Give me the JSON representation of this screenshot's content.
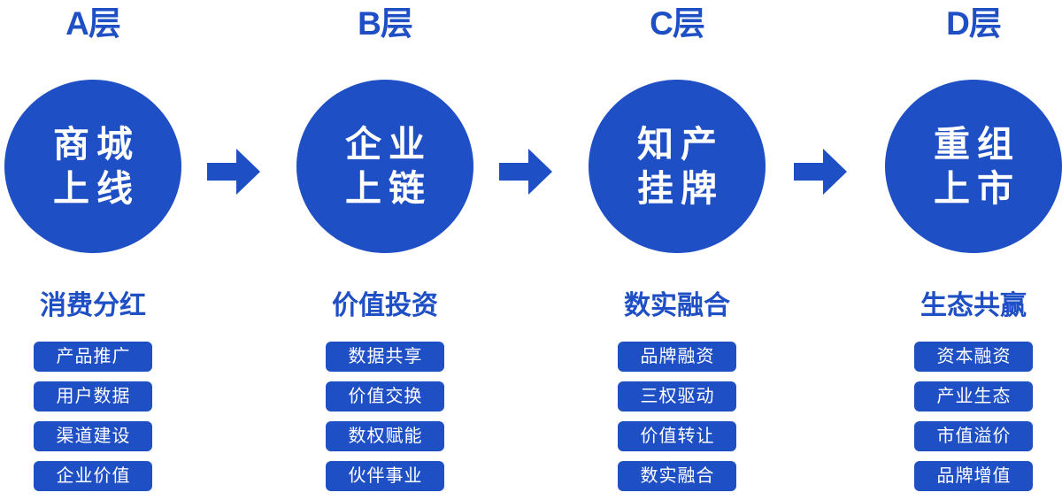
{
  "theme": {
    "brand_blue": "#1f4fc4",
    "text_on_brand": "#ffffff",
    "background": "#ffffff"
  },
  "chart_data": {
    "type": "diagram",
    "title": "",
    "layout": "four-stage horizontal flow with arrows",
    "stages": 4
  },
  "columns": [
    {
      "layer_label": "A层",
      "circle": {
        "line1": "商城",
        "line2": "上线"
      },
      "subtitle": "消费分红",
      "items": [
        "产品推广",
        "用户数据",
        "渠道建设",
        "企业价值"
      ]
    },
    {
      "layer_label": "B层",
      "circle": {
        "line1": "企业",
        "line2": "上链"
      },
      "subtitle": "价值投资",
      "items": [
        "数据共享",
        "价值交换",
        "数权赋能",
        "伙伴事业"
      ]
    },
    {
      "layer_label": "C层",
      "circle": {
        "line1": "知产",
        "line2": "挂牌"
      },
      "subtitle": "数实融合",
      "items": [
        "品牌融资",
        "三权驱动",
        "价值转让",
        "数实融合"
      ]
    },
    {
      "layer_label": "D层",
      "circle": {
        "line1": "重组",
        "line2": "上市"
      },
      "subtitle": "生态共赢",
      "items": [
        "资本融资",
        "产业生态",
        "市值溢价",
        "品牌增值"
      ]
    }
  ],
  "arrows": [
    {
      "name": "arrow-a-to-b",
      "direction": "right"
    },
    {
      "name": "arrow-b-to-c",
      "direction": "right"
    },
    {
      "name": "arrow-c-to-d",
      "direction": "right"
    }
  ]
}
